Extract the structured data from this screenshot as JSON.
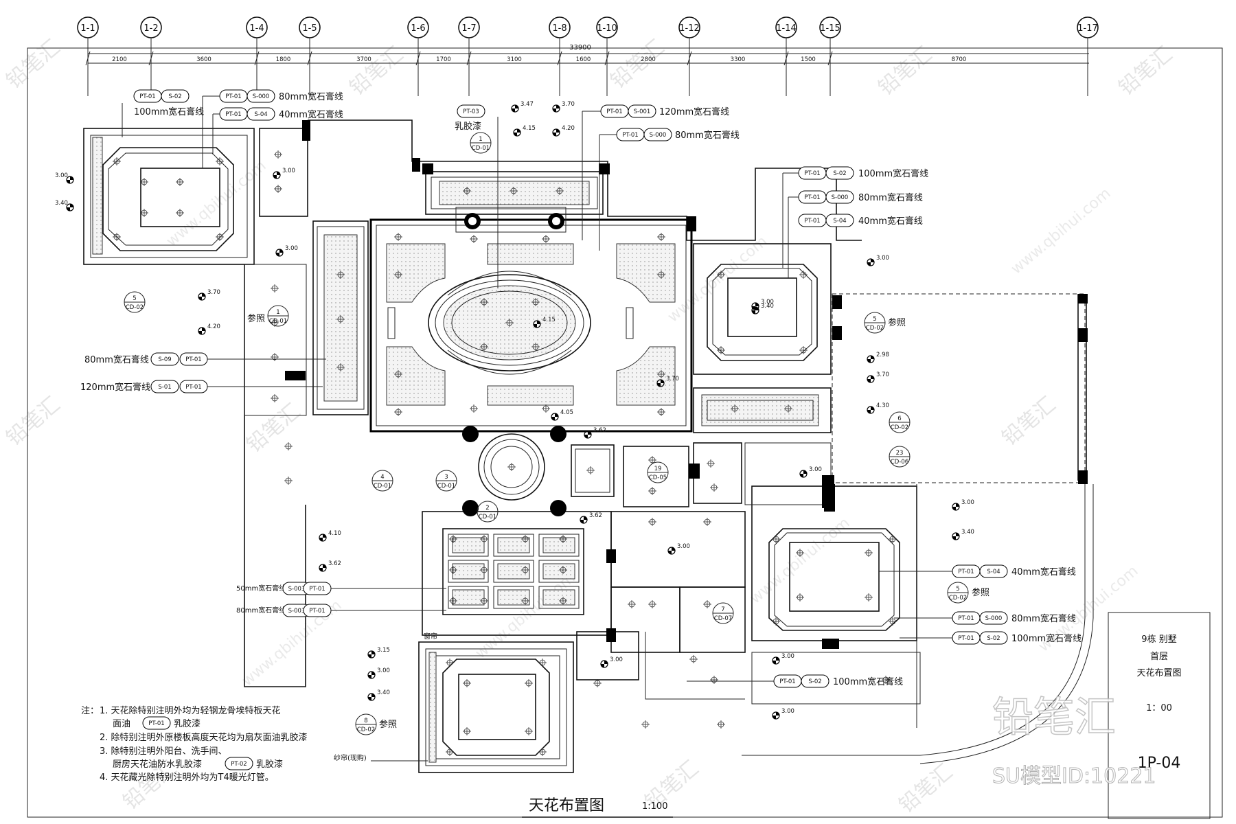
{
  "axis_labels": [
    "1-1",
    "1-2",
    "1-4",
    "1-5",
    "1-6",
    "1-7",
    "1-8",
    "1-10",
    "1-12",
    "1-14",
    "1-15",
    "1-17"
  ],
  "overall_dim": "33900",
  "segment_dims": [
    "2100",
    "3600",
    "1800",
    "3700",
    "1700",
    "3100",
    "1600",
    "2800",
    "3300",
    "1500",
    "8700"
  ],
  "materials": {
    "pt01": "PT-01",
    "pt02": "PT-02",
    "pt03": "PT-03",
    "s02": "S-02",
    "s000": "S-000",
    "s001": "S-001",
    "s003": "S-003",
    "s04": "S-04",
    "s09": "S-09",
    "s01": "S-01"
  },
  "callout_texts": {
    "m80": "80mm宽石膏线",
    "m100": "100mm宽石膏线",
    "m40": "40mm宽石膏线",
    "m120": "120mm宽石膏线",
    "m50": "50mm宽石膏线",
    "latex": "乳胶漆",
    "ref": "参照",
    "curtain": "纱帘(现购)"
  },
  "levels": {
    "l300": "3.00",
    "l340": "3.40",
    "l347": "3.47",
    "l370": "3.70",
    "l415": "4.15",
    "l420": "4.20",
    "l405": "4.05",
    "l362": "3.62",
    "l298": "2.98",
    "l430": "4.30",
    "l410": "4.10",
    "l315": "3.15"
  },
  "detail_refs": {
    "r1": "1",
    "r2": "2",
    "r3": "3",
    "r4": "4",
    "r5": "5",
    "r6": "6",
    "r7": "7",
    "r8": "8",
    "r19": "19",
    "r23": "23",
    "cd01": "CD-01",
    "cd02": "CD-02",
    "cd05": "CD-05",
    "cd06": "CD-06",
    "cd07": "CD-07"
  },
  "room_labels": {
    "balcony_hint": "窗帘"
  },
  "notes": {
    "lead": "注：",
    "n1a": "1. 天花除特别注明外均为轻钢龙骨埃特板天花",
    "n1b": "面油",
    "n1c": "乳胶漆",
    "n2": "2. 除特别注明外原楼板高度天花均为扇灰面油乳胶漆",
    "n3a": "3. 除特别注明外阳台、洗手间、",
    "n3b": "厨房天花油防水乳胶漆",
    "n3c": "乳胶漆",
    "n4": "4. 天花藏光除特别注明外均为T4暖光灯管。"
  },
  "title_block": {
    "project": "9栋 别墅",
    "floor": "首层",
    "sheet_name": "天花布置图",
    "scale": "1：00",
    "sheet_no": "1P-04"
  },
  "drawing_title": "天花布置图",
  "drawing_scale": "1:100",
  "watermark": {
    "brand": "铅笔汇",
    "site": "www.qbihui.com",
    "model_id": "SU模型ID:10221"
  }
}
